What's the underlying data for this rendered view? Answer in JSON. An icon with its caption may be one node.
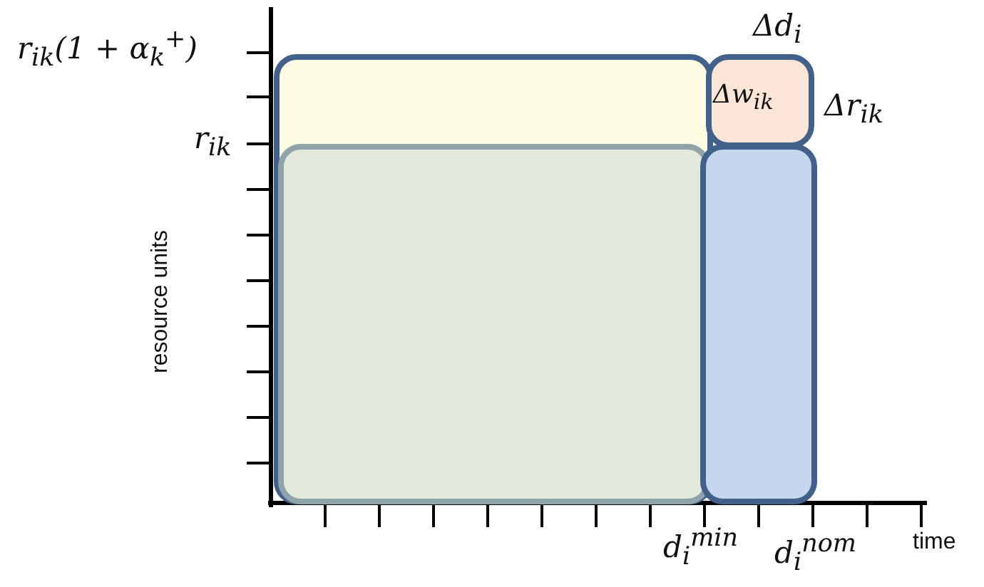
{
  "diagram": {
    "nodes": [
      {
        "text": [],
        "shape": "box"
      },
      {
        "text": [
          "Δw$_{ik}$"
        ]
      },
      {
        "text": [],
        "shape": "box",
        "in": 0
      },
      {
        "text": [],
        "shape": "box"
      }
    ],
    "edges": [],
    "labels": [
      "r$_{ik}$(1 + α$_{k}$$^{+}$)",
      "Δd$_{i}$",
      "Δr$_{ik}$",
      "r$_{ik}$",
      "resource units",
      "d$_{i}$$^{min}$",
      "d$_{i}$$^{nom}$",
      "time"
    ]
  }
}
